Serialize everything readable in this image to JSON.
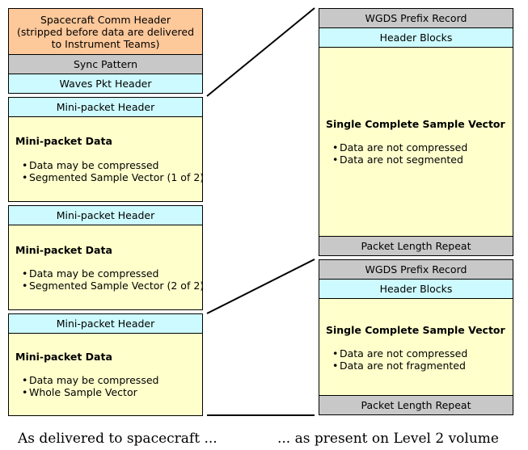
{
  "left": {
    "comm_header": "Spacecraft Comm Header\n(stripped before data are delivered\nto Instrument Teams)",
    "sync_pattern": "Sync Pattern",
    "waves_pkt_header": "Waves Pkt Header",
    "mini_packets": [
      {
        "header": "Mini-packet Header",
        "title": "Mini-packet Data",
        "bullets": [
          "Data may be compressed",
          "Segmented Sample Vector (1 of 2)"
        ]
      },
      {
        "header": "Mini-packet Header",
        "title": "Mini-packet Data",
        "bullets": [
          "Data may be compressed",
          "Segmented Sample Vector (2 of 2)"
        ]
      },
      {
        "header": "Mini-packet Header",
        "title": "Mini-packet Data",
        "bullets": [
          "Data may be compressed",
          "Whole Sample Vector"
        ]
      }
    ]
  },
  "right": {
    "records": [
      {
        "prefix": "WGDS Prefix Record",
        "header_blocks": "Header Blocks",
        "title": "Single Complete Sample Vector",
        "bullets": [
          "Data are not compressed",
          "Data are not segmented"
        ],
        "length_repeat": "Packet Length Repeat"
      },
      {
        "prefix": "WGDS Prefix Record",
        "header_blocks": "Header Blocks",
        "title": "Single Complete Sample Vector",
        "bullets": [
          "Data are not compressed",
          "Data are not fragmented"
        ],
        "length_repeat": "Packet Length Repeat"
      }
    ]
  },
  "captions": {
    "left": "As delivered to spacecraft  ...",
    "right": "... as present on Level 2 volume"
  },
  "colors": {
    "comm_header": "#fdc89a",
    "sync_gray": "#c8c8c8",
    "header_cyan": "#ccfafe",
    "data_yellow": "#ffffcc"
  }
}
